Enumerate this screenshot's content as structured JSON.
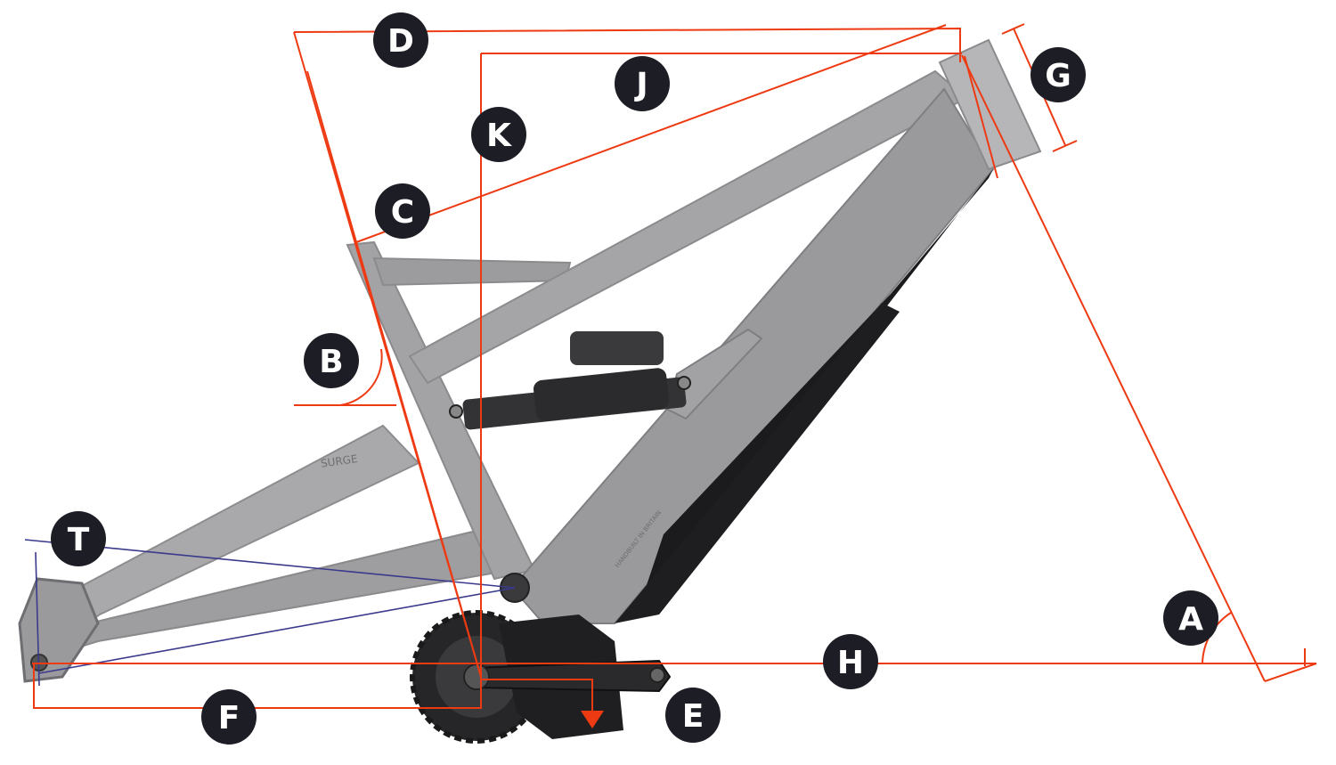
{
  "colors": {
    "measure_line": "#ee3a12",
    "suspension_line": "#3a3a8c",
    "badge_fill": "#1d1d26",
    "badge_text": "#ffffff",
    "frame_light": "#a9a9ab",
    "frame_mid": "#8d8d90",
    "frame_dark": "#6e6e72",
    "battery": "#1b1b1d",
    "drivetrain": "#262628"
  },
  "labels": {
    "A": "A",
    "B": "B",
    "C": "C",
    "D": "D",
    "E": "E",
    "F": "F",
    "G": "G",
    "H": "H",
    "J": "J",
    "K": "K",
    "T": "T"
  },
  "frame_text": {
    "model": "SURGE",
    "tube_print": "HANDBUILT IN BRITAIN"
  }
}
